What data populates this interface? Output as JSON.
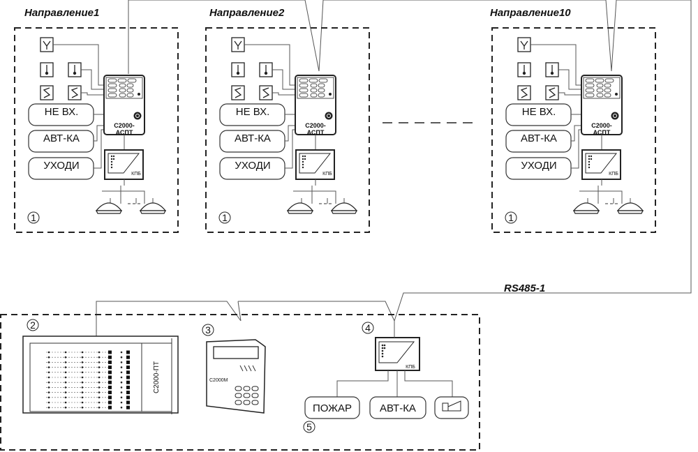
{
  "directions": [
    {
      "title": "Направление1",
      "controller": {
        "line1": "С2000-",
        "line2": "АСПТ"
      },
      "kpb": "КПБ",
      "boards": [
        "НЕ ВХ.",
        "АВТ-КА",
        "УХОДИ"
      ],
      "marker": "1"
    },
    {
      "title": "Направление2",
      "controller": {
        "line1": "С2000-",
        "line2": "АСПТ"
      },
      "kpb": "КПБ",
      "boards": [
        "НЕ ВХ.",
        "АВТ-КА",
        "УХОДИ"
      ],
      "marker": "1"
    },
    {
      "title": "Направление10",
      "controller": {
        "line1": "С2000-",
        "line2": "АСПТ"
      },
      "kpb": "КПБ",
      "boards": [
        "НЕ ВХ.",
        "АВТ-КА",
        "УХОДИ"
      ],
      "marker": "1"
    }
  ],
  "bus_label": "RS485-1",
  "central": {
    "pt": {
      "marker": "2",
      "label": "С2000-ПТ"
    },
    "s2000m": {
      "marker": "3",
      "label": "С2000М"
    },
    "kpb": {
      "marker": "4",
      "label": "КПБ"
    },
    "outputs": [
      "ПОЖАР",
      "АВТ-КА"
    ],
    "outputs_marker": "5"
  }
}
